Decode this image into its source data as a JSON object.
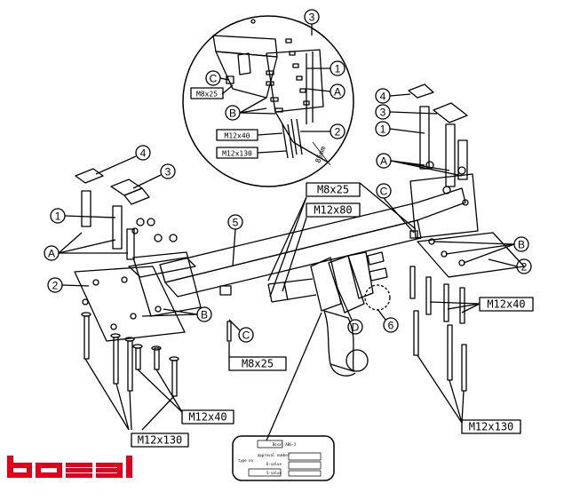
{
  "brand": {
    "logo_text": "bosal",
    "logo_color": "#e3001b"
  },
  "callouts": {
    "c1a": "1",
    "c1b": "1",
    "c1c": "1",
    "c2a": "2",
    "c2b": "2",
    "c2c": "2",
    "c3a": "3",
    "c3b": "3",
    "c3c": "3",
    "c4a": "4",
    "c4b": "4",
    "c5": "5",
    "c6": "6",
    "cAa": "A",
    "cAb": "A",
    "cAc": "A",
    "cBa": "B",
    "cBb": "B",
    "cBc": "B",
    "cCa": "C",
    "cCb": "C",
    "cCc": "C",
    "cD": "D"
  },
  "bolts": {
    "m8x25_inset": "M8x25",
    "m12x40_inset": "M12x40",
    "m12x130_inset": "M12x130",
    "m8x25_top": "M8x25",
    "m12x80": "M12x80",
    "m8x25_bottom": "M8x25",
    "m12x40_left": "M12x40",
    "m12x40_right": "M12x40",
    "m12x130_left": "M12x130",
    "m12x130_right": "M12x130"
  },
  "inset": {
    "dimension_note": "85mm"
  },
  "label_plate": {
    "title": "Bosal  ABG-2",
    "subtitle": "approval number",
    "rows": [
      "type no",
      "D-value",
      "S-value"
    ]
  },
  "colors": {
    "line": "#000000",
    "accent": "#e3001b"
  }
}
